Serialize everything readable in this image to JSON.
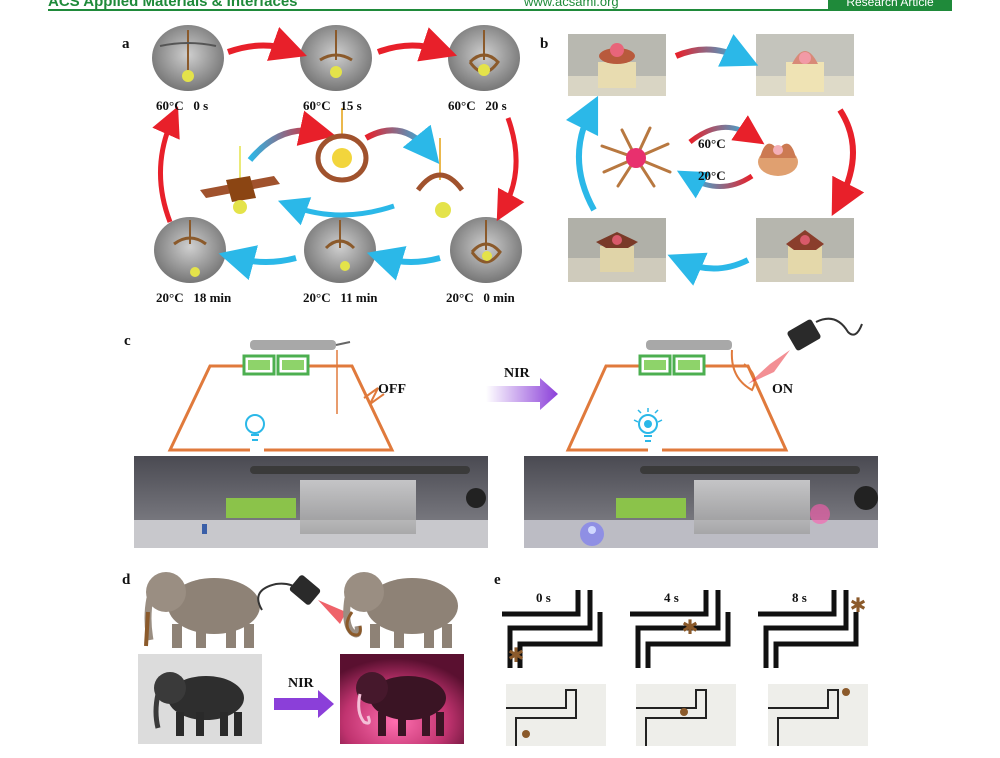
{
  "header": {
    "journal": "ACS Applied Materials & Interfaces",
    "site": "www.acsami.org",
    "article_type": "Research Article"
  },
  "panel_a": {
    "label": "a",
    "captions": [
      "60°C   0 s",
      "60°C   15 s",
      "60°C   20 s",
      "20°C   18 min",
      "20°C   11 min",
      "20°C   0 min"
    ]
  },
  "panel_b": {
    "label": "b",
    "hot": "60°C",
    "cold": "20°C"
  },
  "panel_c": {
    "label": "c",
    "arrow_label": "NIR",
    "off": "OFF",
    "on": "ON"
  },
  "panel_d": {
    "label": "d",
    "arrow_label": "NIR"
  },
  "panel_e": {
    "label": "e",
    "times": [
      "0 s",
      "4 s",
      "8 s"
    ]
  },
  "colors": {
    "journal_green": "#1f8a3a",
    "hot_arrow": "#e8202a",
    "cold_arrow": "#2bb8e8",
    "wire": "#e07a3c",
    "nir_arrow": "#8b3fd9"
  }
}
